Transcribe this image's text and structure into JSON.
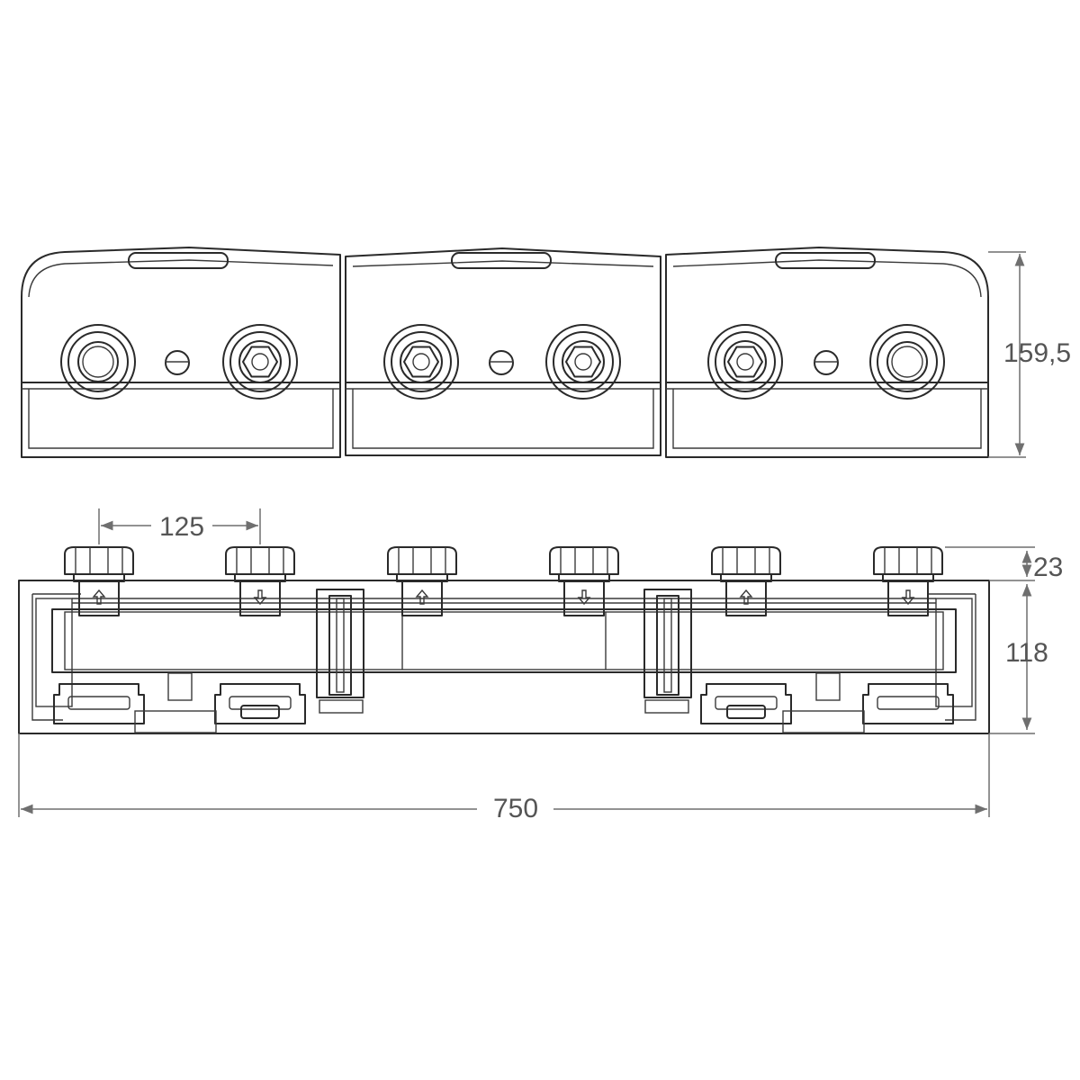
{
  "drawing": {
    "line_color": "#2a2a2a",
    "dimension_color": "#6f6f6f",
    "dimensions": {
      "height_top_view": "159,5",
      "pipe_spacing": "125",
      "connector_height": "23",
      "body_height": "118",
      "total_width": "750"
    }
  }
}
